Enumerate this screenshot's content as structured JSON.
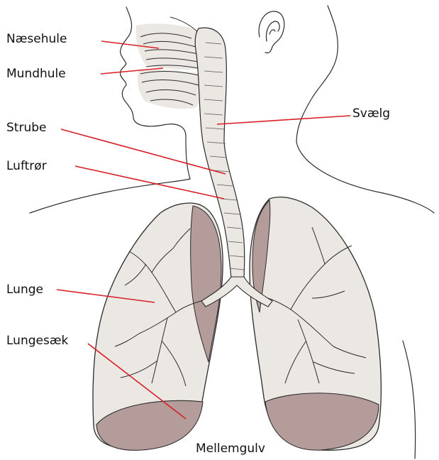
{
  "diagram": {
    "labels": {
      "naesehule": "Næsehule",
      "mundhule": "Mundhule",
      "strube": "Strube",
      "luftror": "Luftrør",
      "lunge": "Lunge",
      "lungesaek": "Lungesæk",
      "svaelg": "Svælg",
      "mellemgulv": "Mellemgulv"
    },
    "colors": {
      "leader_line": "#d81f26",
      "lung_fill": "#ebe8e4",
      "pleura_fill": "#b49c9b",
      "outline": "#2b2b2b"
    }
  }
}
